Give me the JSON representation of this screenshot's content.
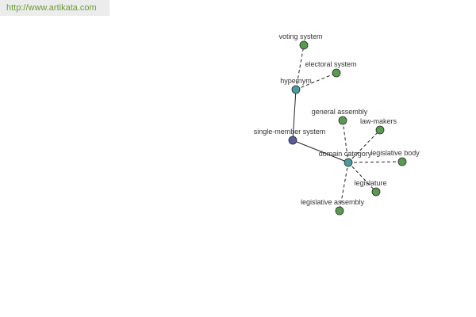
{
  "source_url": "http://www.artikata.com",
  "colors": {
    "center": "#5a5a9e",
    "hub": "#4a9ba0",
    "leaf": "#5a9a50",
    "edge": "#222222"
  },
  "nodes": {
    "single_member_system": {
      "label": "single-member system",
      "kind": "center"
    },
    "hypernym": {
      "label": "hypernym",
      "kind": "hub"
    },
    "domain_category": {
      "label": "domain category",
      "kind": "hub"
    },
    "voting_system": {
      "label": "voting system",
      "kind": "leaf"
    },
    "electoral_system": {
      "label": "electoral system",
      "kind": "leaf"
    },
    "general_assembly": {
      "label": "general assembly",
      "kind": "leaf"
    },
    "law_makers": {
      "label": "law-makers",
      "kind": "leaf"
    },
    "legislative_body": {
      "label": "legislative body",
      "kind": "leaf"
    },
    "legislature": {
      "label": "legislature",
      "kind": "leaf"
    },
    "legislative_assembly": {
      "label": "legislative assembly",
      "kind": "leaf"
    }
  },
  "edges": [
    {
      "from": "single_member_system",
      "to": "hypernym",
      "style": "solid"
    },
    {
      "from": "single_member_system",
      "to": "domain_category",
      "style": "solid"
    },
    {
      "from": "hypernym",
      "to": "voting_system",
      "style": "dashed"
    },
    {
      "from": "hypernym",
      "to": "electoral_system",
      "style": "dashed"
    },
    {
      "from": "domain_category",
      "to": "general_assembly",
      "style": "dashed"
    },
    {
      "from": "domain_category",
      "to": "law_makers",
      "style": "dashed"
    },
    {
      "from": "domain_category",
      "to": "legislative_body",
      "style": "dashed"
    },
    {
      "from": "domain_category",
      "to": "legislature",
      "style": "dashed"
    },
    {
      "from": "domain_category",
      "to": "legislative_assembly",
      "style": "dashed"
    }
  ]
}
